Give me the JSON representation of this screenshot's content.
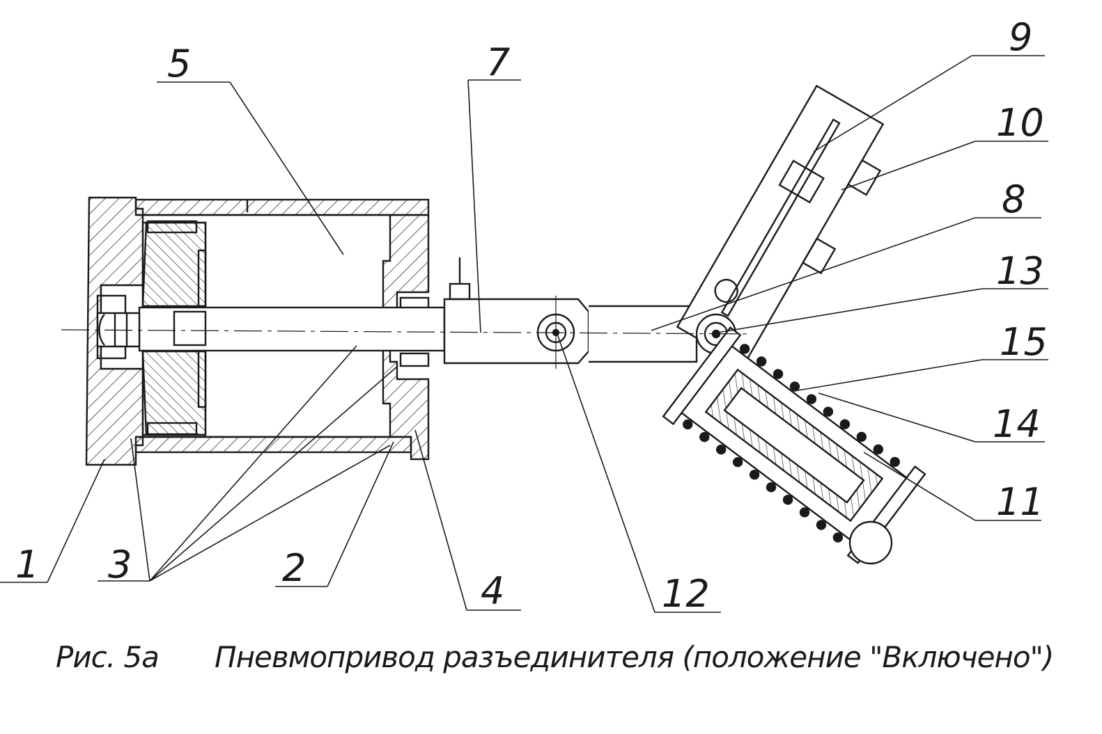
{
  "figure": {
    "number_label": "Рис. 5а",
    "title": "Пневмопривод разъединителя (положение \"Включено\")"
  },
  "callouts": [
    "1",
    "2",
    "3",
    "4",
    "5",
    "7",
    "8",
    "9",
    "10",
    "11",
    "12",
    "13",
    "14",
    "15"
  ],
  "colors": {
    "ink": "#1a1a1a",
    "paper": "#ffffff"
  }
}
